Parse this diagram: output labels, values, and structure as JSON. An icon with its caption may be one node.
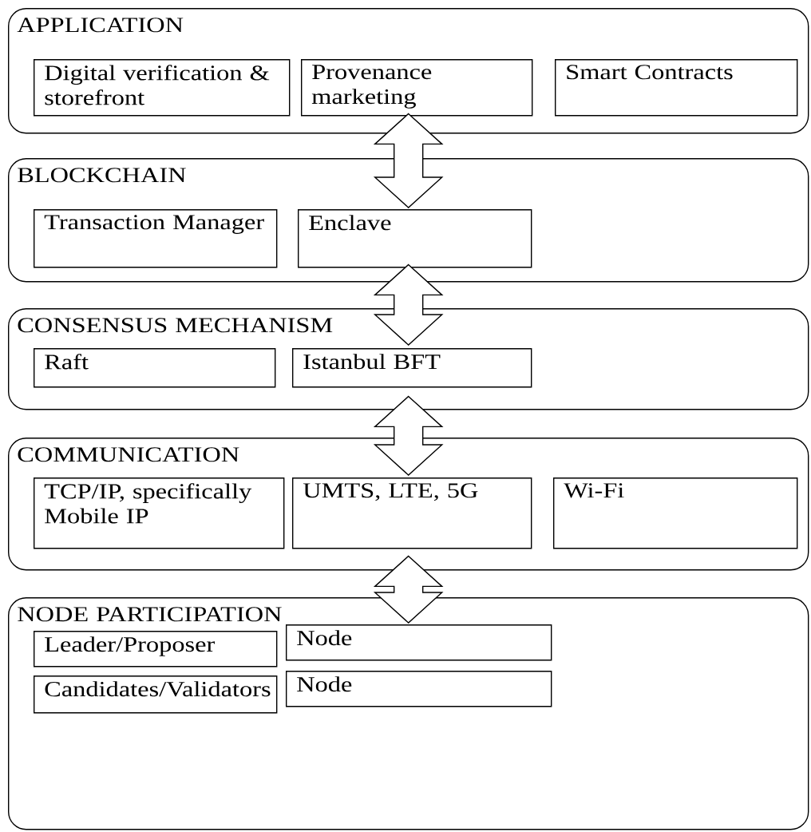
{
  "diagram": {
    "nodes": [
      {
        "text": [
          "APPLICATION"
        ]
      },
      {
        "text": [
          "Digital verification & storefront"
        ],
        "in": 0
      },
      {
        "text": [
          "Provenance marketing"
        ],
        "in": 0
      },
      {
        "text": [
          "Smart Contracts"
        ],
        "in": 0
      },
      {
        "text": [
          "BLOCKCHAIN"
        ]
      },
      {
        "text": [
          "Transaction Manager"
        ],
        "in": 4
      },
      {
        "text": [
          "Enclave"
        ],
        "in": 4
      },
      {
        "text": [
          "CONSENSUS MECHANISM"
        ]
      },
      {
        "text": [
          "Raft"
        ],
        "in": 7
      },
      {
        "text": [
          "Istanbul BFT"
        ],
        "in": 7
      },
      {
        "text": [
          "COMMUNICATION"
        ]
      },
      {
        "text": [
          "TCP/IP, specifically Mobile IP"
        ],
        "in": 10
      },
      {
        "text": [
          "UMTS, LTE, 5G"
        ],
        "in": 10
      },
      {
        "text": [
          "Wi-Fi"
        ],
        "in": 10
      },
      {
        "text": [
          "NODE PARTICIPATION"
        ]
      },
      {
        "text": [
          "Leader/Proposer"
        ],
        "in": 14
      },
      {
        "text": [
          "Node"
        ],
        "in": 14
      },
      {
        "text": [
          "Candidates/Validators"
        ],
        "in": 14
      },
      {
        "text": [
          "Node"
        ],
        "in": 14
      }
    ],
    "edges": [
      {
        "from": 0,
        "to": 4,
        "arrow": "both"
      },
      {
        "from": 4,
        "to": 7,
        "arrow": "both"
      },
      {
        "from": 7,
        "to": 10,
        "arrow": "both"
      },
      {
        "from": 10,
        "to": 14,
        "arrow": "both"
      }
    ]
  }
}
